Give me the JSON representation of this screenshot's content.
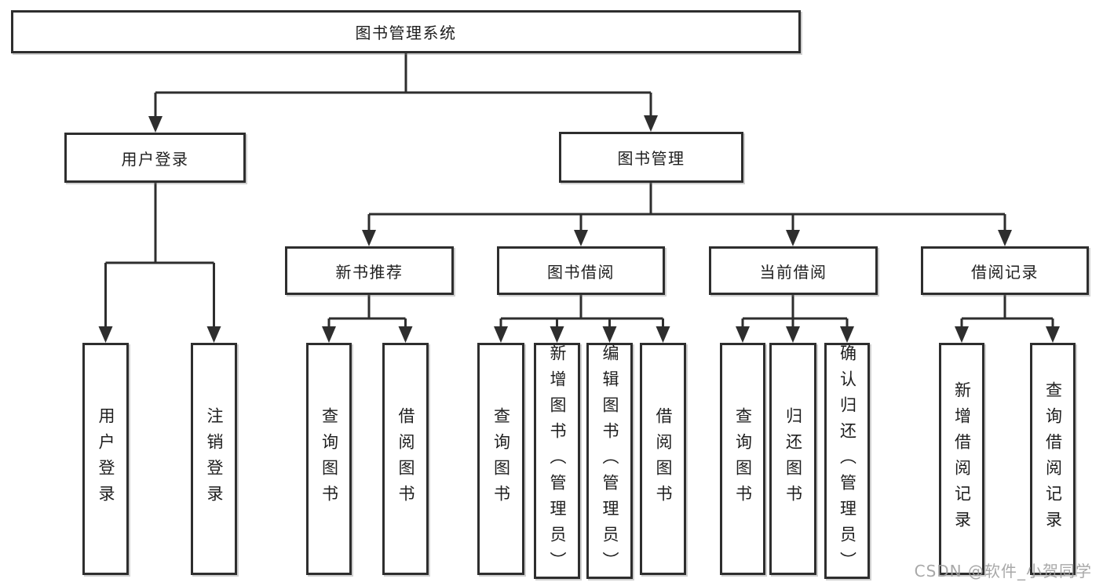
{
  "page": {
    "background": "#ffffff",
    "line_color": "#2e2e2e",
    "box_border_color": "#2e2e2e",
    "text_color": "#1e1e1e",
    "watermark_color": "#9e9e9e"
  },
  "tree": {
    "label": "图书管理系统",
    "children": [
      {
        "label": "用户登录",
        "children": [
          {
            "label": "用户登录"
          },
          {
            "label": "注销登录"
          }
        ]
      },
      {
        "label": "图书管理",
        "children": [
          {
            "label": "新书推荐",
            "children": [
              {
                "label": "查询图书"
              },
              {
                "label": "借阅图书"
              }
            ]
          },
          {
            "label": "图书借阅",
            "children": [
              {
                "label": "查询图书"
              },
              {
                "label": "新增图书（管理员）"
              },
              {
                "label": "编辑图书（管理员）"
              },
              {
                "label": "借阅图书"
              }
            ]
          },
          {
            "label": "当前借阅",
            "children": [
              {
                "label": "查询图书"
              },
              {
                "label": "归还图书"
              },
              {
                "label": "确认归还（管理员）"
              }
            ]
          },
          {
            "label": "借阅记录",
            "children": [
              {
                "label": "新增借阅记录"
              },
              {
                "label": "查询借阅记录"
              }
            ]
          }
        ]
      }
    ]
  },
  "watermark": {
    "text": "CSDN @软件_小贺同学"
  }
}
